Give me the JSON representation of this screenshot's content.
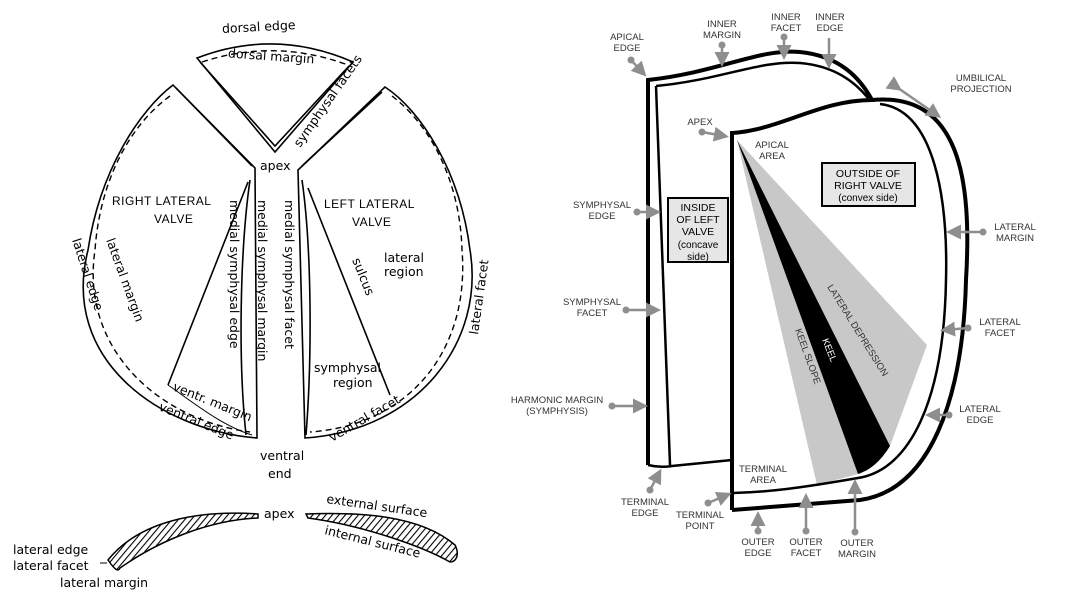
{
  "left_diagram": {
    "dorsal_edge": "dorsal edge",
    "dorsal_margin": "dorsal margin",
    "symphysal_facets": "symphysal facets",
    "apex": "apex",
    "right_lateral_valve": [
      "RIGHT LATERAL",
      "VALVE"
    ],
    "left_lateral_valve": [
      "LEFT LATERAL",
      "VALVE"
    ],
    "lateral_region": [
      "lateral",
      "region"
    ],
    "lateral_facet": "lateral facet",
    "lateral_edge": "lateral edge",
    "lateral_margin": "lateral margin",
    "medial_symphysal_edge": "medial symphysal edge",
    "medial_symphysal_margin": "medial symphysal margin",
    "medial_symphysal_facet": "medial symphysal facet",
    "sulcus": "sulcus",
    "symphysal_region": [
      "symphysal",
      "region"
    ],
    "ventr_margin": "ventr. margin",
    "ventral_edge": "ventral edge",
    "ventral_end": [
      "ventral",
      "end"
    ],
    "ventral_facet": "ventral facet"
  },
  "cross_section": {
    "apex": "apex",
    "external_surface": "external surface",
    "internal_surface": "internal surface",
    "lateral_edge": "lateral edge",
    "lateral_facet": "lateral facet",
    "lateral_margin": "lateral margin"
  },
  "right_diagram": {
    "inside_left_valve": [
      "INSIDE",
      "OF LEFT",
      "VALVE",
      "(concave",
      "side)"
    ],
    "outside_right_valve": [
      "OUTSIDE OF",
      "RIGHT VALVE",
      "(convex side)"
    ],
    "apical_area": [
      "APICAL",
      "AREA"
    ],
    "terminal_area": [
      "TERMINAL",
      "AREA"
    ],
    "lateral_depression": "LATERAL DEPRESSION",
    "keel": "KEEL",
    "keel_slope": "KEEL SLOPE",
    "labels": {
      "apical_edge": [
        "APICAL",
        "EDGE"
      ],
      "inner_margin": [
        "INNER",
        "MARGIN"
      ],
      "inner_facet": [
        "INNER",
        "FACET"
      ],
      "inner_edge": [
        "INNER",
        "EDGE"
      ],
      "umbilical_projection": [
        "UMBILICAL",
        "PROJECTION"
      ],
      "apex": [
        "APEX"
      ],
      "symphysal_edge": [
        "SYMPHYSAL",
        "EDGE"
      ],
      "lateral_margin": [
        "LATERAL",
        "MARGIN"
      ],
      "symphysal_facet": [
        "SYMPHYSAL",
        "FACET"
      ],
      "lateral_facet": [
        "LATERAL",
        "FACET"
      ],
      "harmonic_margin": [
        "HARMONIC MARGIN",
        "(SYMPHYSIS)"
      ],
      "lateral_edge": [
        "LATERAL",
        "EDGE"
      ],
      "terminal_edge": [
        "TERMINAL",
        "EDGE"
      ],
      "terminal_point": [
        "TERMINAL",
        "POINT"
      ],
      "outer_edge": [
        "OUTER",
        "EDGE"
      ],
      "outer_facet": [
        "OUTER",
        "FACET"
      ],
      "outer_margin": [
        "OUTER",
        "MARGIN"
      ]
    },
    "colors": {
      "arrow": "#8e8e8e",
      "shade": "#c8c8c8",
      "box": "#e6e6e6"
    }
  }
}
